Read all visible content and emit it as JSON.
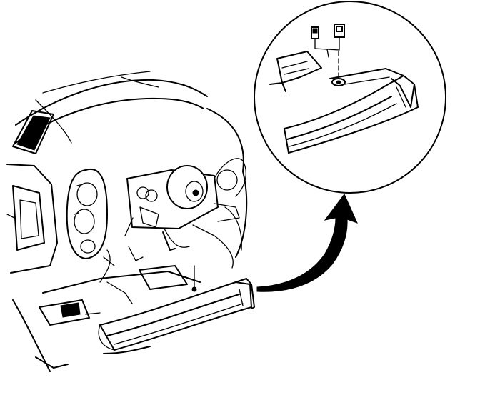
{
  "diagram": {
    "type": "line-art-illustration",
    "ink_color": "#000000",
    "paper_color": "#ffffff",
    "panels": [
      {
        "id": "main-view",
        "icon": "instrument-panel-lower-duct-view"
      },
      {
        "id": "detail-view",
        "icon": "magnified-duct-fastener-detail"
      }
    ],
    "callout": {
      "icon": "curved-arrow-icon"
    }
  }
}
